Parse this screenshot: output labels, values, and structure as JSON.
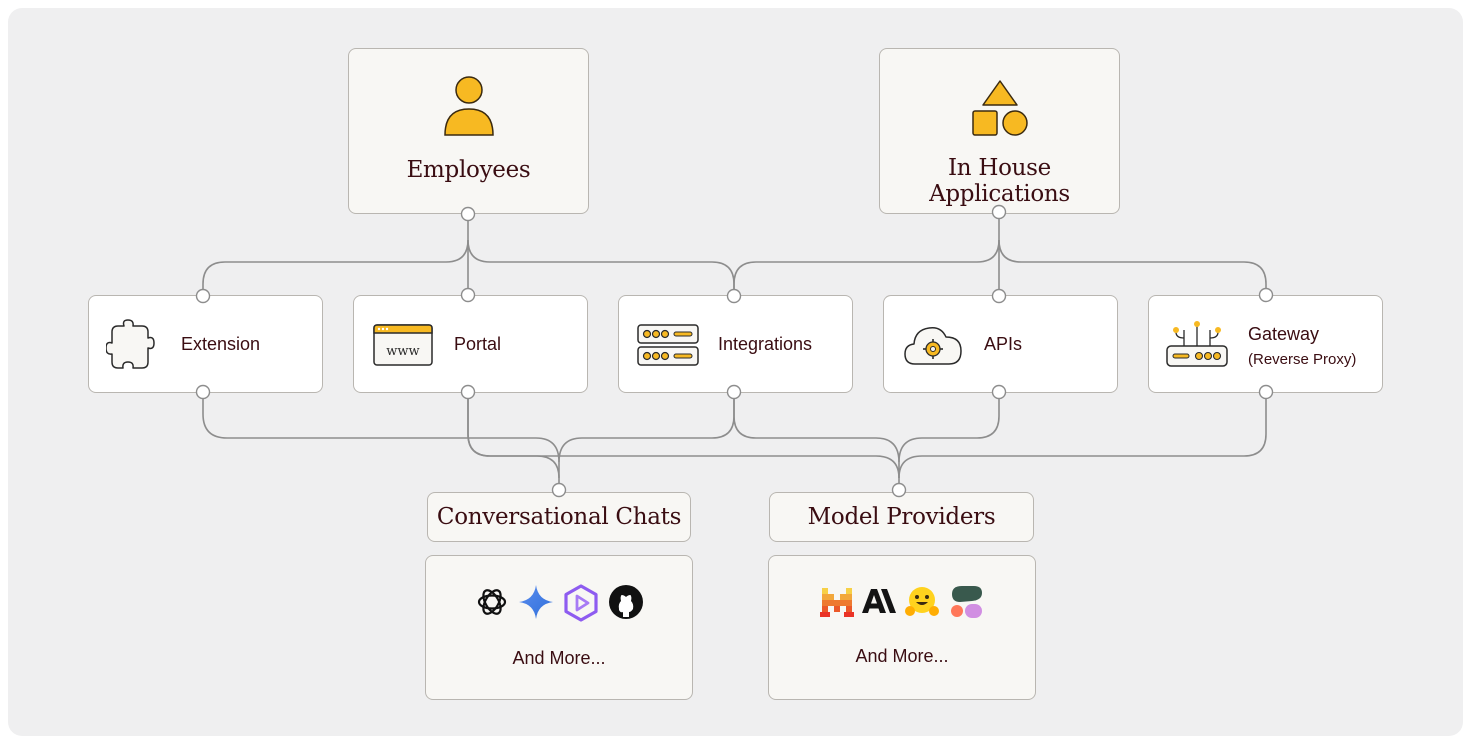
{
  "top": {
    "employees": {
      "title": "Employees",
      "icon": "person-icon"
    },
    "in_house": {
      "title": "In House Applications",
      "icon": "shapes-icon"
    }
  },
  "channels": [
    {
      "label": "Extension",
      "icon": "puzzle-icon"
    },
    {
      "label": "Portal",
      "icon": "browser-www-icon"
    },
    {
      "label": "Integrations",
      "icon": "server-icon"
    },
    {
      "label": "APIs",
      "icon": "cloud-gear-icon"
    },
    {
      "label": "Gateway",
      "sub": "(Reverse Proxy)",
      "icon": "router-icon"
    }
  ],
  "bottom": {
    "chats": {
      "title": "Conversational Chats",
      "more": "And More...",
      "logos": [
        "openai-logo-icon",
        "gemini-logo-icon",
        "copilot-logo-icon",
        "github-logo-icon"
      ]
    },
    "providers": {
      "title": "Model Providers",
      "more": "And More...",
      "logos": [
        "mistral-logo-icon",
        "anthropic-logo-icon",
        "huggingface-logo-icon",
        "cohere-logo-icon"
      ]
    }
  },
  "colors": {
    "accent": "#f7b922",
    "text": "#3a0d12",
    "wire": "#8d8d8d",
    "canvas": "#efeff0"
  }
}
